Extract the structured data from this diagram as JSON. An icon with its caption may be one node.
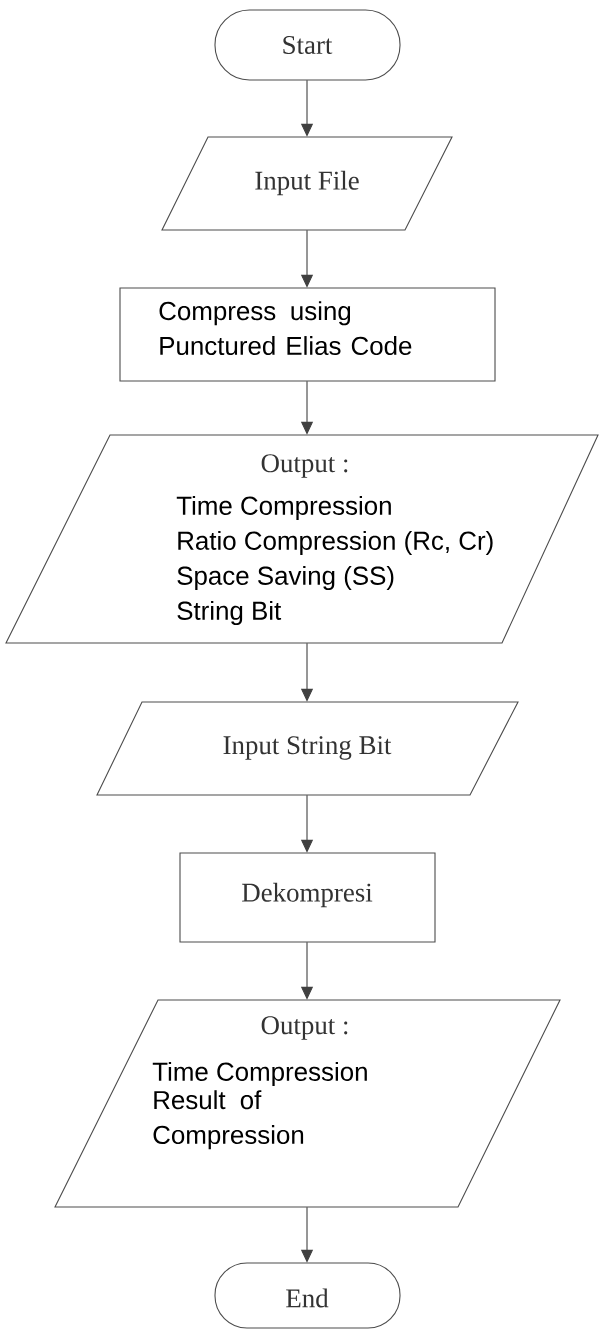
{
  "diagram": {
    "nodes": [
      {
        "text": [
          "Start"
        ]
      },
      {
        "text": [
          "Input File"
        ]
      },
      {
        "text": [
          "Compress using Punctured Elias Code"
        ]
      },
      {
        "text": [
          "Output :",
          "Time Compression",
          "Ratio Compression (Rc, Cr)",
          "Space Saving (SS)",
          "String Bit"
        ]
      },
      {
        "text": [
          "Input String Bit"
        ]
      },
      {
        "text": [
          "Dekompresi"
        ]
      },
      {
        "text": [
          "Output :",
          "Time Compression",
          "Result of Compression"
        ]
      },
      {
        "text": [
          "End"
        ]
      }
    ],
    "edges": [
      {
        "from": 0,
        "to": 1,
        "arrow": "to"
      },
      {
        "from": 1,
        "to": 2,
        "arrow": "to"
      },
      {
        "from": 2,
        "to": 3,
        "arrow": "to"
      },
      {
        "from": 3,
        "to": 4,
        "arrow": "to"
      },
      {
        "from": 4,
        "to": 5,
        "arrow": "to"
      },
      {
        "from": 5,
        "to": 6,
        "arrow": "to"
      },
      {
        "from": 6,
        "to": 7,
        "arrow": "to"
      }
    ]
  }
}
